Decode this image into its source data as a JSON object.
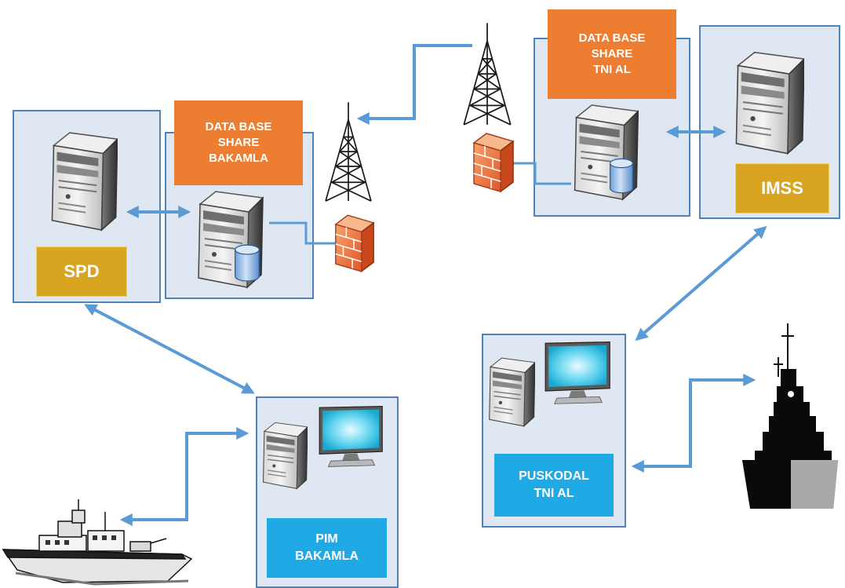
{
  "labels": {
    "db_bakamla": "DATA BASE\nSHARE\nBAKAMLA",
    "db_tnial": "DATA BASE\nSHARE\nTNI AL",
    "spd": "SPD",
    "imss": "IMSS",
    "pim": "PIM\nBAKAMLA",
    "puskodal": "PUSKODAL\nTNI AL"
  },
  "colors": {
    "panel_fill": "#dfe8f2",
    "panel_border": "#4f81bd",
    "arrow": "#5b9bd5",
    "orange": "#ed7d31",
    "gold": "#d9a520",
    "blue": "#1fa9e5"
  },
  "icons": [
    "server-icon",
    "database-icon",
    "firewall-icon",
    "radio-tower-icon",
    "monitor-icon",
    "warship-icon",
    "patrol-ship-icon"
  ]
}
